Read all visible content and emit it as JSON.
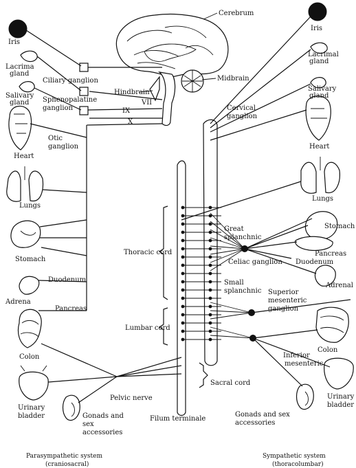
{
  "brain": {
    "cerebrum": "Cerebrum",
    "midbrain": "Midbrain",
    "hindbrain": "Hindbrain"
  },
  "cranial_nerves": {
    "vii": "VII",
    "ix": "IX",
    "x": "X"
  },
  "parasympathetic": {
    "iris": "Iris",
    "lacrimal": [
      "Lacrima",
      "gland"
    ],
    "ciliary": "Ciliary ganglion",
    "salivary": [
      "Salivary",
      "gland"
    ],
    "sphenopalatine": [
      "Sphenopalatine",
      "ganglion"
    ],
    "otic": [
      "Otic",
      "ganglion"
    ],
    "heart": "Heart",
    "lungs": "Lungs",
    "stomach": "Stomach",
    "duodenum": "Duodenum",
    "adrenal": "Adrena",
    "pancreas": "Pancreas",
    "colon": "Colon",
    "bladder": [
      "Urinary",
      "bladder"
    ],
    "pelvic_nerve": "Pelvic nerve",
    "gonads": [
      "Gonads and",
      "sex",
      "accessories"
    ]
  },
  "cord": {
    "thoracic": "Thoracic cord",
    "lumbar": "Lumbar cord",
    "sacral": "Sacral cord",
    "filum": "Filum terminale"
  },
  "sympathetic": {
    "iris": "Iris",
    "lacrimal": [
      "Lacrimal",
      "gland"
    ],
    "salivary": [
      "Salivary",
      "gland"
    ],
    "cervical": [
      "Cervical",
      "ganglion"
    ],
    "heart": "Heart",
    "lungs": "Lungs",
    "great_splanchnic": [
      "Great",
      "splanchnic"
    ],
    "stomach": "Stomach",
    "pancreas": "Pancreas",
    "celiac": "Celiac ganglion",
    "duodenum": "Duodenum",
    "small_splanchnic": [
      "Small",
      "splanchnic"
    ],
    "adrenal": "Adrenal",
    "superior_mesenteric": [
      "Superior",
      "mesenteric",
      "ganglion"
    ],
    "colon": "Colon",
    "inferior_mesenteric": [
      "Inferior",
      "mesenteric"
    ],
    "bladder": [
      "Urinary",
      "bladder"
    ],
    "gonads": [
      "Gonads and sex",
      "accessories"
    ]
  },
  "captions": {
    "left": [
      "Parasympathetic system",
      "(craniosacral)"
    ],
    "right": [
      "Sympathetic system",
      "(thoracolumbar)"
    ]
  }
}
